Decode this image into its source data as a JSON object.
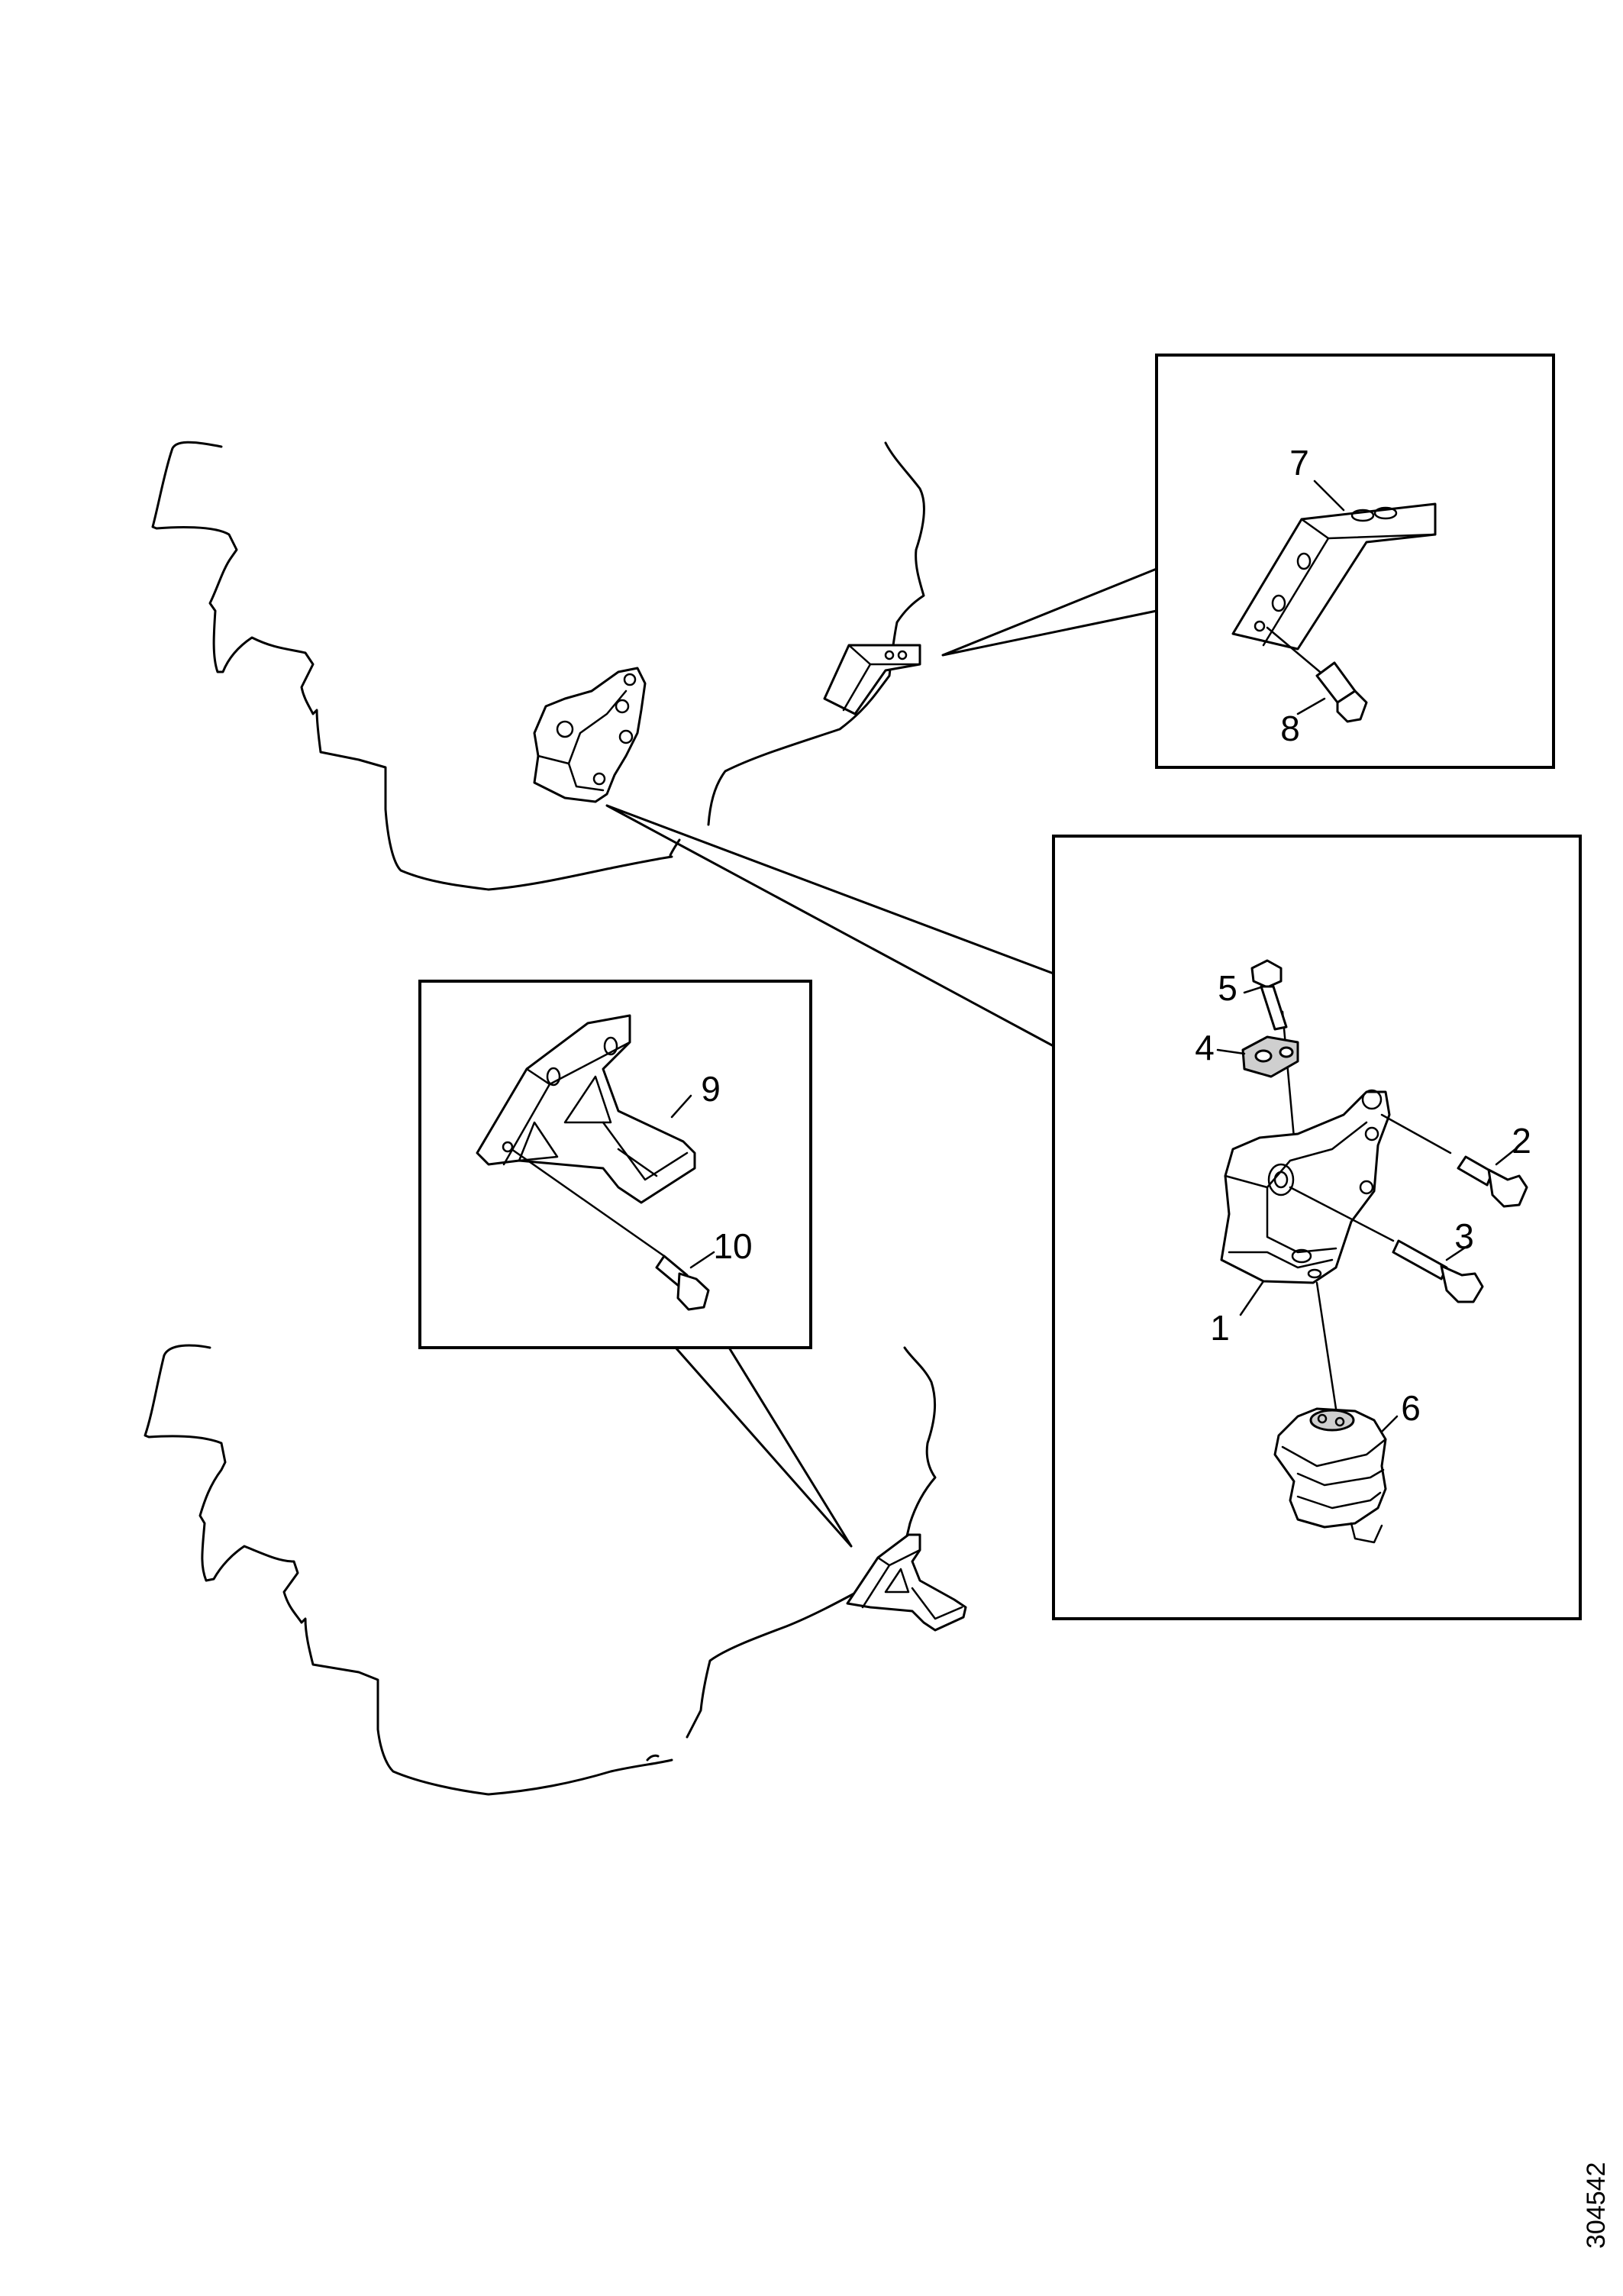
{
  "callouts": {
    "c1": "1",
    "c2": "2",
    "c3": "3",
    "c4": "4",
    "c5": "5",
    "c6": "6",
    "c7": "7",
    "c8": "8",
    "c9": "9",
    "c10": "10"
  },
  "document_number": "304542",
  "line_color": "#000000",
  "background_color": "#ffffff"
}
